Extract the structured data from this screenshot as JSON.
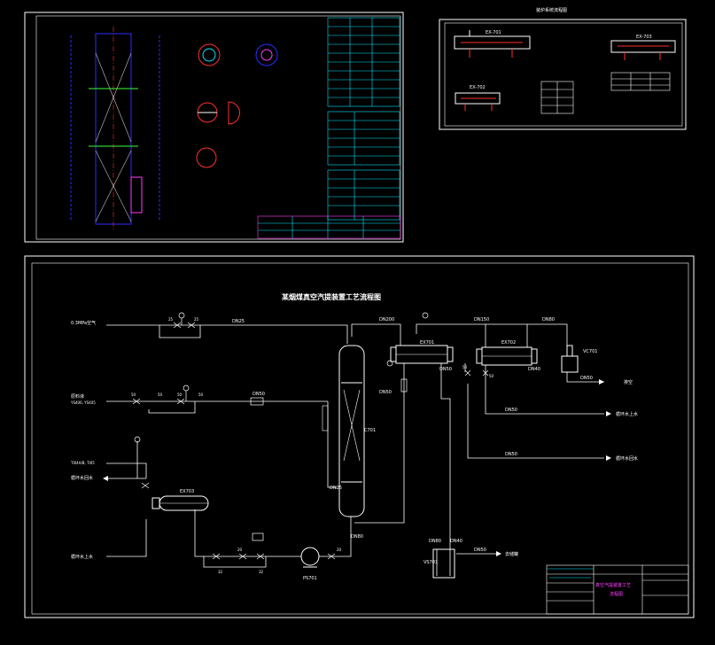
{
  "colors": {
    "background": "#000000",
    "frame": "#ffffff",
    "pipe": "#ffffff",
    "vessel": "#2b2bff",
    "accent_cyan": "#00e5ff",
    "accent_magenta": "#ff3dff",
    "accent_red": "#ff3030",
    "accent_green": "#40ff40",
    "accent_yellow": "#ffff40"
  },
  "sheet2": {
    "title": "装炉系统流程图",
    "equipment": [
      "EX-701",
      "EX-703",
      "EX-702"
    ]
  },
  "process": {
    "title": "某烟煤真空汽提装置工艺流程图",
    "inlets": {
      "air": "0.3MPa空气",
      "feed": "原料液",
      "feed_tags": "YS406, YS405",
      "temp_tags": "TI04A/B, TI05",
      "cw_return_left": "循环水回水",
      "cw_supply_left": "循环水上水"
    },
    "outlets": {
      "noncondensable": "排空",
      "cw_supply": "循环水上水",
      "cw_return": "循环水回水",
      "product": "去储罐"
    },
    "equipment": {
      "column": "C701",
      "cond1": "EX701",
      "cond2": "EX702",
      "reboiler": "EX703",
      "pump": "PS701",
      "vacuum_pump": "VC701",
      "seal_tank": "VS701"
    },
    "pipe_sizes": {
      "air": "DN25",
      "vapor_top": "DN200",
      "feed": "DN50",
      "reflux": "DN50",
      "dn150": "DN150",
      "dn80": "DN80",
      "dn50_c1": "DN50",
      "dn40_c2": "DN40",
      "vent": "DN50",
      "cw_sup": "DN50",
      "cw_ret": "DN50",
      "column_side": "DN25",
      "bottoms": "DN80",
      "seal_a": "DN80",
      "seal_b": "DN40",
      "product": "DN50"
    },
    "valves": {
      "v25a": "25",
      "v25b": "25",
      "v50a": "50",
      "v50b": "50",
      "v50c": "50",
      "v50d": "50",
      "v32a": "32",
      "v32b": "32",
      "v20a": "20",
      "v20b": "20",
      "v50e": "50",
      "v50f": "50"
    },
    "title_block": {
      "name_line1": "真空汽提装置工艺",
      "name_line2": "流程图"
    }
  }
}
